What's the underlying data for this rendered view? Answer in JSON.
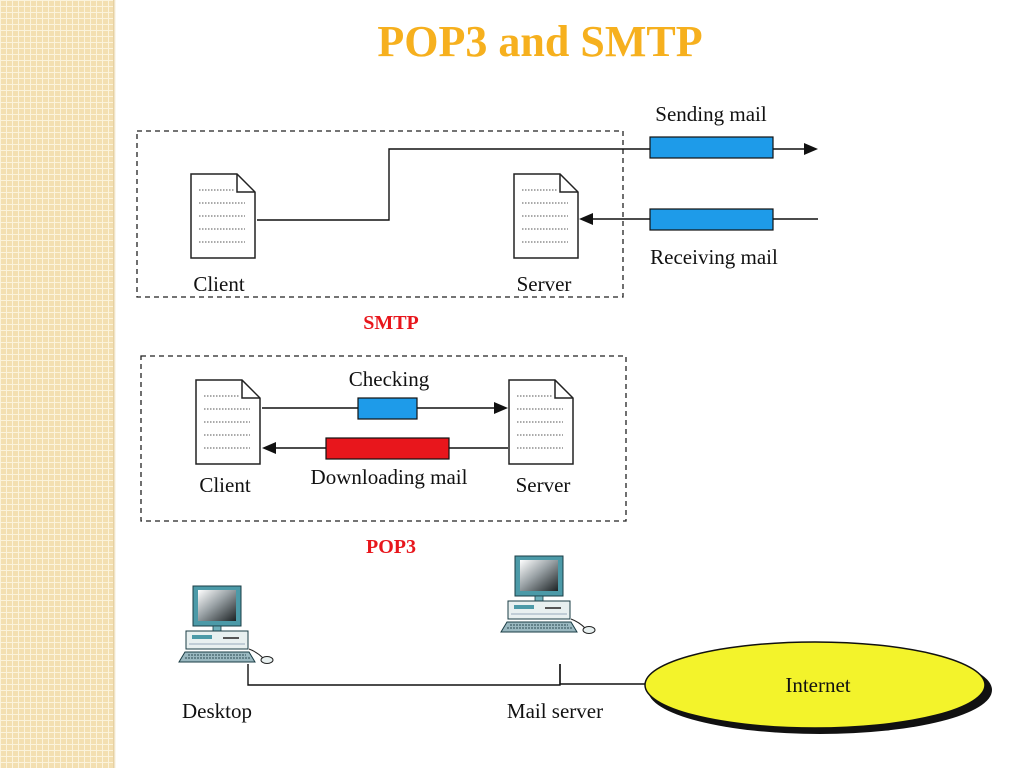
{
  "slide": {
    "title": "POP3 and SMTP"
  },
  "smtp": {
    "caption": "SMTP",
    "client_label": "Client",
    "server_label": "Server",
    "sending_label": "Sending mail",
    "receiving_label": "Receiving mail"
  },
  "pop3": {
    "caption": "POP3",
    "client_label": "Client",
    "server_label": "Server",
    "checking_label": "Checking",
    "downloading_label": "Downloading mail"
  },
  "network": {
    "desktop_label": "Desktop",
    "mail_server_label": "Mail server",
    "internet_label": "Internet"
  },
  "colors": {
    "title": "#f6b01e",
    "caption_red": "#e8161c",
    "message_blue": "#1e9be9",
    "message_red": "#e8161c",
    "internet_yellow": "#f3f32b",
    "monitor_teal": "#4c9aa8"
  },
  "icons": {
    "document": "document-icon",
    "computer": "computer-icon",
    "cloud": "internet-ellipse-icon"
  }
}
